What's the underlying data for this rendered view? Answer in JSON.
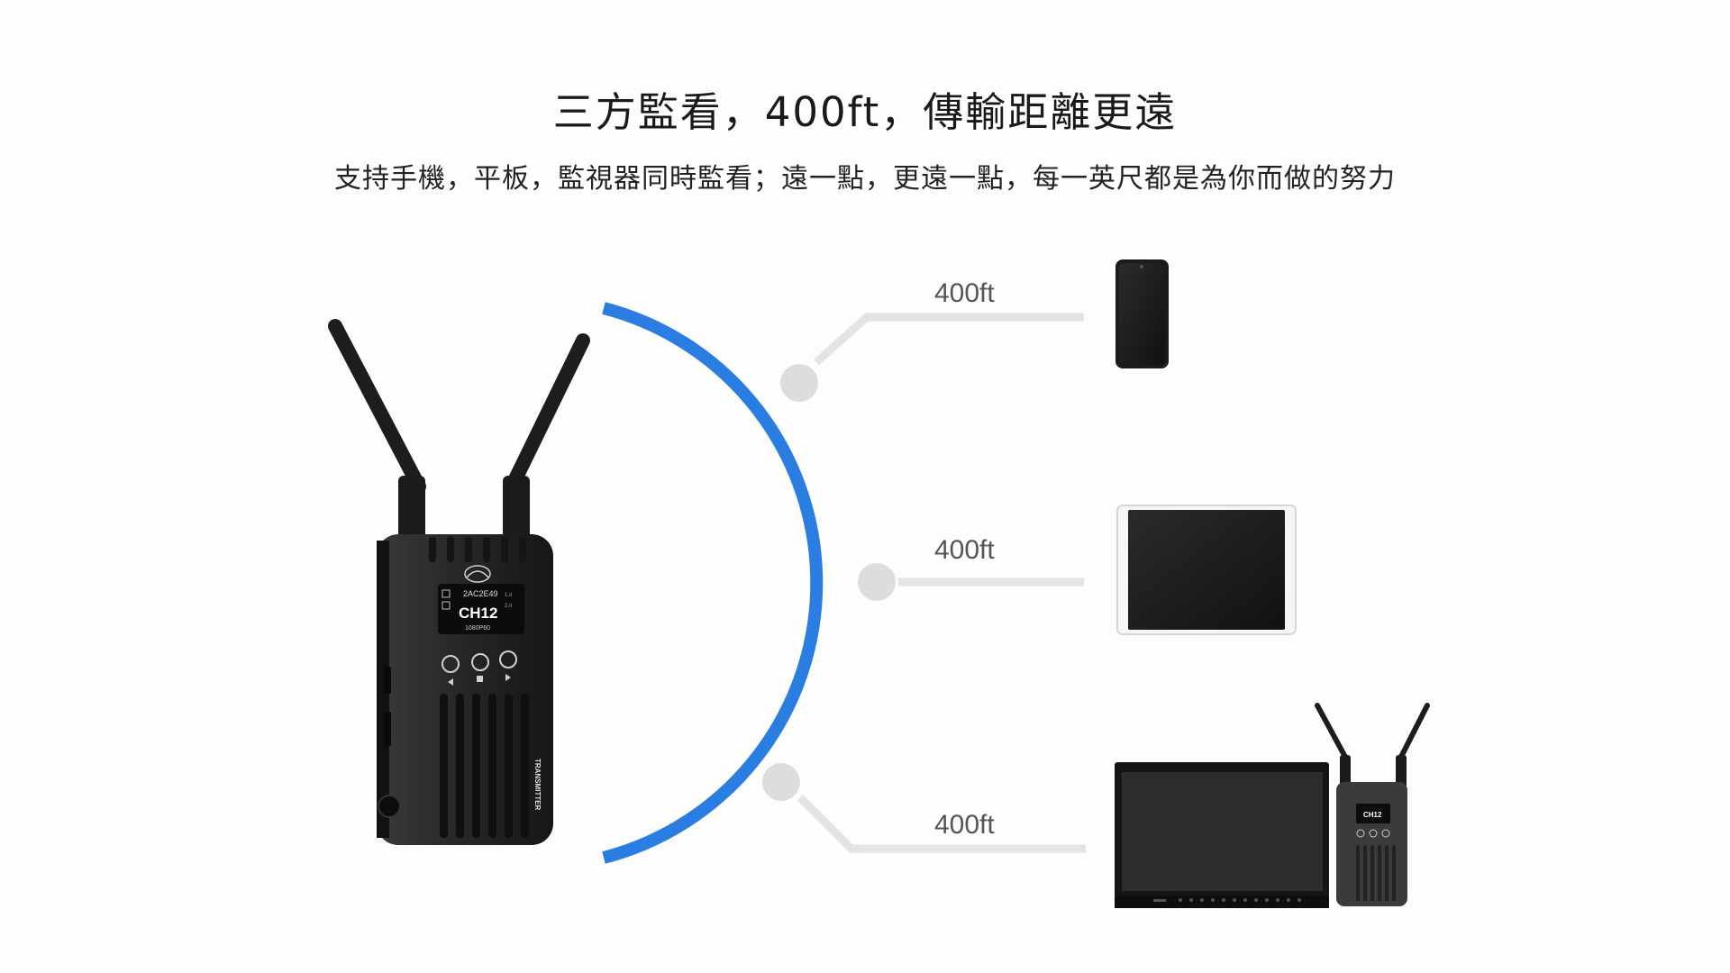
{
  "header": {
    "title": "三方監看，400ft，傳輸距離更遠",
    "subtitle": "支持手機，平板，監視器同時監看；遠一點，更遠一點，每一英尺都是為你而做的努力"
  },
  "transmitter": {
    "screen_code": "2AC2E49",
    "screen_channel": "CH12",
    "screen_mode": "1080P60",
    "side_text": "TRANSMITTER"
  },
  "receiver": {
    "screen_channel": "CH12"
  },
  "links": [
    {
      "label": "400ft",
      "target": "phone"
    },
    {
      "label": "400ft",
      "target": "tablet"
    },
    {
      "label": "400ft",
      "target": "monitor"
    }
  ],
  "colors": {
    "arc": "#2a7de1",
    "connector": "#e4e4e4",
    "device": "#1e1e1e"
  }
}
